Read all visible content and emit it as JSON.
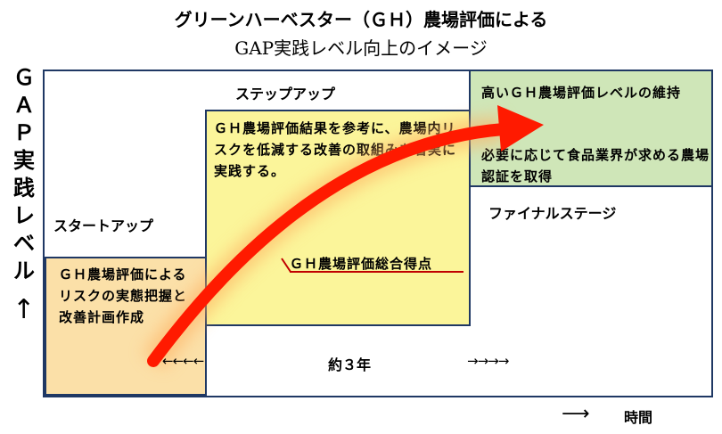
{
  "title_line1": "グリーンハーベスター（ＧＨ）農場評価による",
  "title_line2": "GAP実践レベル向上のイメージ",
  "y_axis_label": "ＧＡＰ実践レベル",
  "y_axis_arrow": "↑",
  "x_axis_arrow": "⟶",
  "x_axis_label": "時間",
  "stages": {
    "startup": "スタートアップ",
    "stepup": "ステップアップ",
    "final": "ファイナルステージ"
  },
  "boxes": {
    "startup_text": "ＧＨ農場評価によるリスクの実態把握と改善計画作成",
    "stepup_text": "ＧＨ農場評価結果を参考に、農場内リスクを低減する改善の取組みを着実に実践する。",
    "final_text1": "高いＧＨ農場評価レベルの維持",
    "final_text2": "必要に応じて食品業界が求める農場認証を取得"
  },
  "score_label": "ＧＨ農場評価総合得点",
  "duration": {
    "left_arrows": "←←←←",
    "label": "約３年",
    "right_arrows": "→→→→"
  },
  "colors": {
    "frame": "#1f3864",
    "startup_fill": "#fbe0a8",
    "stepup_fill": "#fbf59a",
    "final_fill": "#cfe6b8",
    "arrow": "#ff1a00",
    "score_line": "#c00000"
  }
}
